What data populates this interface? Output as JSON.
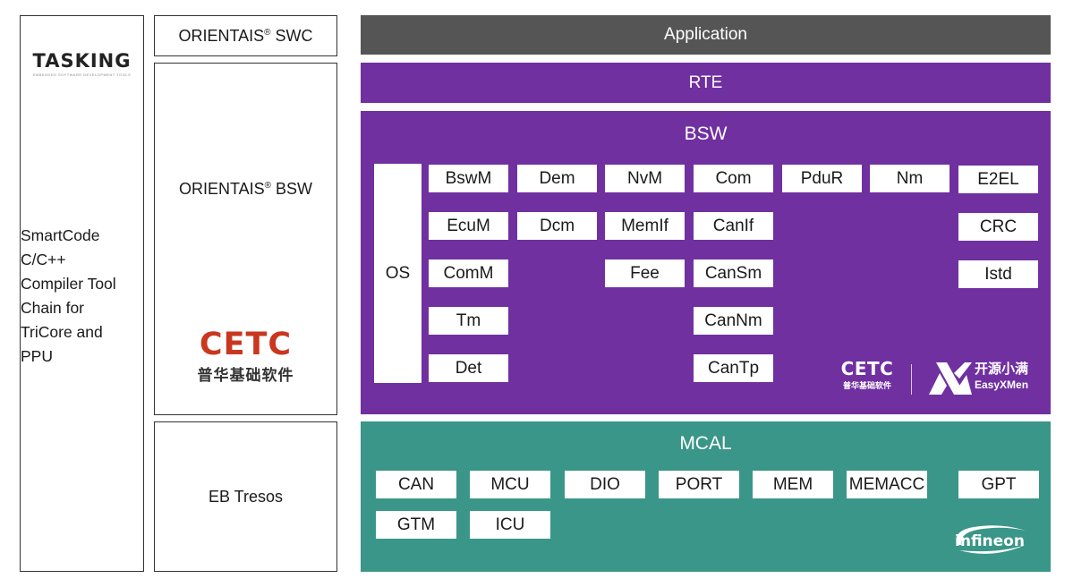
{
  "left_column": {
    "tasking_logo": {
      "wordmark": "TASKING",
      "tagline": "EMBEDDED SOFTWARE DEVELOPMENT TOOLS"
    },
    "toolchain_description_lines": [
      "SmartCode",
      "C/C++",
      "Compiler Tool",
      "Chain for",
      "TriCore and",
      "PPU"
    ]
  },
  "middle_column": {
    "swc": {
      "name": "ORIENTAIS",
      "reg": "®",
      "suffix": "SWC"
    },
    "bsw": {
      "name": "ORIENTAIS",
      "reg": "®",
      "suffix": "BSW"
    },
    "cetc_logo": {
      "wordmark_part1": "CE",
      "wordmark_part2": "TC",
      "subtitle": "普华基础软件"
    },
    "config_tool": "EB Tresos"
  },
  "stack": {
    "application": {
      "label": "Application",
      "color": "#555555"
    },
    "rte": {
      "label": "RTE",
      "color": "#7030a0"
    },
    "bsw": {
      "label": "BSW",
      "color": "#7030a0",
      "os_label": "OS",
      "modules": [
        {
          "label": "BswM",
          "col": 0,
          "row": 0
        },
        {
          "label": "Dem",
          "col": 1,
          "row": 0
        },
        {
          "label": "NvM",
          "col": 2,
          "row": 0
        },
        {
          "label": "Com",
          "col": 3,
          "row": 0
        },
        {
          "label": "PduR",
          "col": 4,
          "row": 0
        },
        {
          "label": "Nm",
          "col": 5,
          "row": 0
        },
        {
          "label": "E2EL",
          "col": 6,
          "row": 0
        },
        {
          "label": "EcuM",
          "col": 0,
          "row": 1
        },
        {
          "label": "Dcm",
          "col": 1,
          "row": 1
        },
        {
          "label": "MemIf",
          "col": 2,
          "row": 1
        },
        {
          "label": "CanIf",
          "col": 3,
          "row": 1
        },
        {
          "label": "CRC",
          "col": 6,
          "row": 1
        },
        {
          "label": "ComM",
          "col": 0,
          "row": 2
        },
        {
          "label": "Fee",
          "col": 2,
          "row": 2
        },
        {
          "label": "CanSm",
          "col": 3,
          "row": 2
        },
        {
          "label": "Istd",
          "col": 6,
          "row": 2
        },
        {
          "label": "Tm",
          "col": 0,
          "row": 3
        },
        {
          "label": "CanNm",
          "col": 3,
          "row": 3
        },
        {
          "label": "Det",
          "col": 0,
          "row": 4
        },
        {
          "label": "CanTp",
          "col": 3,
          "row": 4
        }
      ],
      "logos": {
        "cetc": {
          "wordmark": "CETC",
          "subtitle": "普华基础软件"
        },
        "easyxmen": {
          "cn": "开源小满",
          "en": "EasyXMen"
        }
      }
    },
    "mcal": {
      "label": "MCAL",
      "color": "#3a9688",
      "modules": [
        {
          "label": "CAN",
          "col": 0,
          "row": 0
        },
        {
          "label": "MCU",
          "col": 1,
          "row": 0
        },
        {
          "label": "DIO",
          "col": 2,
          "row": 0
        },
        {
          "label": "PORT",
          "col": 3,
          "row": 0
        },
        {
          "label": "MEM",
          "col": 4,
          "row": 0
        },
        {
          "label": "MEMACC",
          "col": 5,
          "row": 0
        },
        {
          "label": "GPT",
          "col": 6,
          "row": 0
        },
        {
          "label": "GTM",
          "col": 0,
          "row": 1
        },
        {
          "label": "ICU",
          "col": 1,
          "row": 1
        }
      ],
      "vendor_logo": "infineon"
    }
  }
}
